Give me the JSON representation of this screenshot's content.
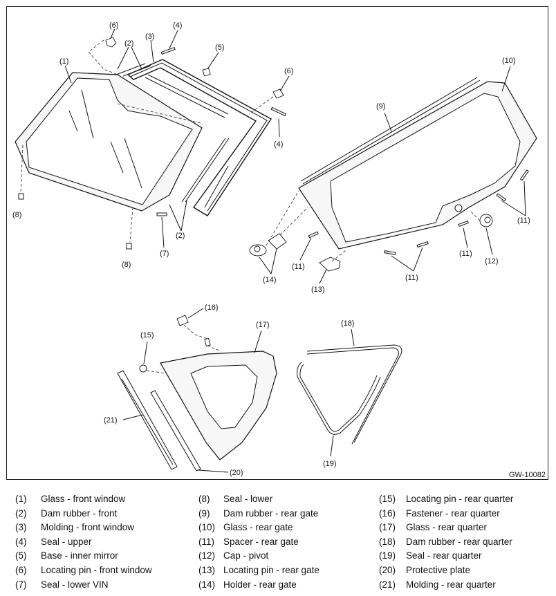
{
  "diagram": {
    "code": "GW-10082",
    "labels": {
      "l1": "(1)",
      "l2a": "(2)",
      "l2b": "(2)",
      "l3": "(3)",
      "l4a": "(4)",
      "l4b": "(4)",
      "l5": "(5)",
      "l6a": "(6)",
      "l6b": "(6)",
      "l7": "(7)",
      "l8a": "(8)",
      "l8b": "(8)",
      "l9": "(9)",
      "l10": "(10)",
      "l11a": "(11)",
      "l11b": "(11)",
      "l11c": "(11)",
      "l11d": "(11)",
      "l12": "(12)",
      "l13": "(13)",
      "l14": "(14)",
      "l15": "(15)",
      "l16": "(16)",
      "l17": "(17)",
      "l18": "(18)",
      "l19": "(19)",
      "l20": "(20)",
      "l21": "(21)"
    }
  },
  "legend": [
    [
      {
        "num": "(1)",
        "name": "Glass - front window"
      },
      {
        "num": "(2)",
        "name": "Dam rubber - front"
      },
      {
        "num": "(3)",
        "name": "Molding - front window"
      },
      {
        "num": "(4)",
        "name": "Seal - upper"
      },
      {
        "num": "(5)",
        "name": "Base - inner mirror"
      },
      {
        "num": "(6)",
        "name": "Locating pin - front window"
      },
      {
        "num": "(7)",
        "name": "Seal - lower VIN"
      }
    ],
    [
      {
        "num": "(8)",
        "name": "Seal - lower"
      },
      {
        "num": "(9)",
        "name": "Dam rubber - rear gate"
      },
      {
        "num": "(10)",
        "name": "Glass - rear gate"
      },
      {
        "num": "(11)",
        "name": "Spacer - rear gate"
      },
      {
        "num": "(12)",
        "name": "Cap - pivot"
      },
      {
        "num": "(13)",
        "name": "Locating pin - rear gate"
      },
      {
        "num": "(14)",
        "name": "Holder - rear gate"
      }
    ],
    [
      {
        "num": "(15)",
        "name": "Locating pin - rear quarter"
      },
      {
        "num": "(16)",
        "name": "Fastener - rear quarter"
      },
      {
        "num": "(17)",
        "name": "Glass - rear quarter"
      },
      {
        "num": "(18)",
        "name": "Dam rubber - rear quarter"
      },
      {
        "num": "(19)",
        "name": "Seal - rear quarter"
      },
      {
        "num": "(20)",
        "name": "Protective plate"
      },
      {
        "num": "(21)",
        "name": "Molding - rear quarter"
      }
    ]
  ]
}
